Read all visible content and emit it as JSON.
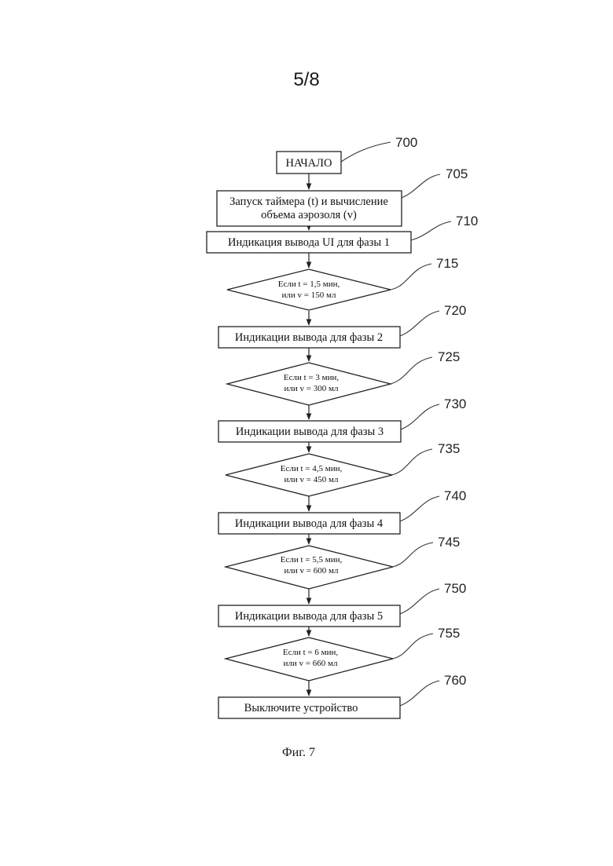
{
  "page_number": "5/8",
  "figure_caption": "Фиг. 7",
  "nodes": {
    "start": {
      "label": "НАЧАЛО",
      "ref": "700"
    },
    "n705": {
      "lines": [
        "Запуск таймера (t) и вычисление",
        "объема аэрозоля (v)"
      ],
      "ref": "705"
    },
    "n710": {
      "label": "Индикация вывода UI для фазы 1",
      "ref": "710"
    },
    "d715": {
      "lines": [
        "Если t = 1,5 мин,",
        "или v = 150 мл"
      ],
      "ref": "715"
    },
    "n720": {
      "label": "Индикации вывода для фазы 2",
      "ref": "720"
    },
    "d725": {
      "lines": [
        "Если t = 3 мин,",
        "или v = 300 мл"
      ],
      "ref": "725"
    },
    "n730": {
      "label": "Индикации вывода для фазы 3",
      "ref": "730"
    },
    "d735": {
      "lines": [
        "Если t = 4,5 мин,",
        "или v = 450 мл"
      ],
      "ref": "735"
    },
    "n740": {
      "label": "Индикации вывода для фазы 4",
      "ref": "740"
    },
    "d745": {
      "lines": [
        "Если t = 5,5 мин,",
        "или v = 600 мл"
      ],
      "ref": "745"
    },
    "n750": {
      "label": "Индикации вывода для фазы 5",
      "ref": "750"
    },
    "d755": {
      "lines": [
        "Если t = 6 мин,",
        "или v = 660 мл"
      ],
      "ref": "755"
    },
    "n760": {
      "label": "Выключите устройство",
      "ref": "760"
    }
  }
}
